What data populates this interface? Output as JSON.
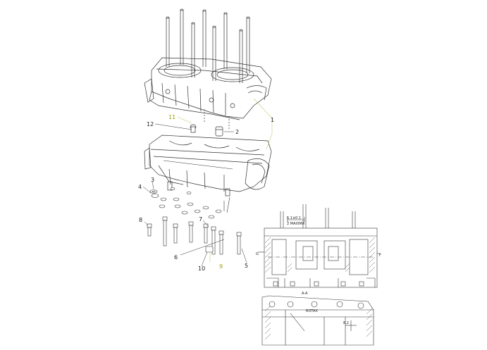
{
  "callouts": [
    {
      "id": "1",
      "label": "1",
      "highlight": false
    },
    {
      "id": "2",
      "label": "2",
      "highlight": false
    },
    {
      "id": "3",
      "label": "3",
      "highlight": false
    },
    {
      "id": "4",
      "label": "4",
      "highlight": false
    },
    {
      "id": "5",
      "label": "5",
      "highlight": false
    },
    {
      "id": "6",
      "label": "6",
      "highlight": false
    },
    {
      "id": "7",
      "label": "7",
      "highlight": false
    },
    {
      "id": "8",
      "label": "8",
      "highlight": false
    },
    {
      "id": "9",
      "label": "9",
      "highlight": true
    },
    {
      "id": "10",
      "label": "10",
      "highlight": false
    },
    {
      "id": "11",
      "label": "11",
      "highlight": true
    },
    {
      "id": "12",
      "label": "12",
      "highlight": false
    }
  ],
  "section_view": {
    "dim_top": "5.1±0.1",
    "dim_top_sub": "2 MAXIMA",
    "mark_left": "G",
    "mark_right": "F"
  },
  "bottom_view": {
    "mark": "A-A",
    "dim": "8.2",
    "stamp": "ROTAX"
  },
  "colors": {
    "line": "#333333",
    "highlight": "#9aa000",
    "leader": "#c8c870"
  }
}
